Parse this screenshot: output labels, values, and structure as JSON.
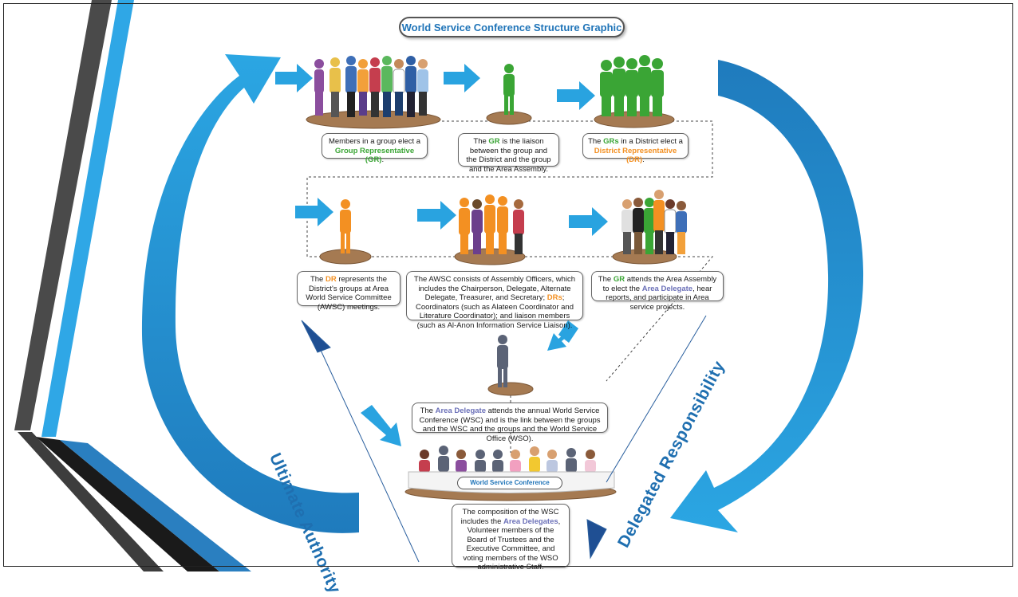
{
  "title": "World Service Conference Structure Graphic",
  "captions": {
    "members": [
      "Members in a group elect a ",
      "Group Representative (GR)",
      "."
    ],
    "gr_liaison": [
      "The ",
      "GR",
      " is the liaison between the group and the District and the group and the Area Assembly."
    ],
    "grs_district": [
      "The ",
      "GRs",
      " in a District elect a ",
      "District Representative (DR)",
      "."
    ],
    "dr_represents": [
      "The ",
      "DR",
      " represents the District's groups at Area World Service Committee (AWSC) meetings."
    ],
    "awsc": [
      "The AWSC consists of Assembly Officers, which includes the Chairperson, Delegate, Alternate Delegate, Treasurer, and Secretary; ",
      "DRs",
      "; Coordinators (such as Alateen Coordinator and Literature Coordinator); and liaison members (such as Al-Anon Information Service Liaison)."
    ],
    "gr_attends": [
      "The ",
      "GR",
      " attends the Area Assembly to elect the ",
      "Area Delegate",
      ", hear reports, and participate in Area service projects."
    ],
    "area_delegate": [
      "The ",
      "Area Delegate",
      " attends the annual World Service Conference (WSC) and is the link between the groups and the WSC and the groups and the World Service Office (WSO)."
    ],
    "composition": [
      "The composition of the WSC includes the ",
      "Area Delegates",
      ", Volunteer members of the Board of Trustees and the Executive Committee, and voting members of the WSO administrative Staff."
    ]
  },
  "wsc_label": "World Service Conference",
  "side_labels": {
    "left": "Ultimate Authority",
    "right": "Delegated Responsibility"
  },
  "colors": {
    "blue_arrow": "#29a3e0",
    "dark_blue": "#1f6fb0",
    "green": "#3aa535",
    "orange": "#f39022",
    "slate": "#5b6376",
    "platform": "#a57a52"
  }
}
